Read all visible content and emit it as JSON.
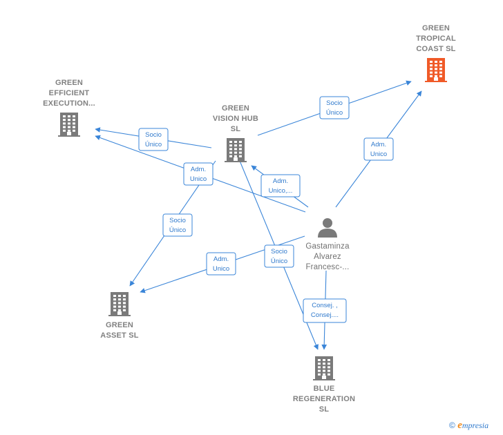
{
  "colors": {
    "edge": "#3a85d8",
    "building_default": "#7a7a7a",
    "building_highlight": "#f05a28",
    "person": "#7a7a7a"
  },
  "nodes": [
    {
      "id": "green_tropical",
      "type": "company",
      "highlight": true,
      "lines": [
        "GREEN",
        "TROPICAL",
        "COAST  SL"
      ]
    },
    {
      "id": "green_efficient",
      "type": "company",
      "highlight": false,
      "lines": [
        "GREEN",
        "EFFICIENT",
        "EXECUTION..."
      ]
    },
    {
      "id": "green_vision",
      "type": "company",
      "highlight": false,
      "lines": [
        "GREEN",
        "VISION HUB",
        "SL"
      ]
    },
    {
      "id": "person",
      "type": "person",
      "highlight": false,
      "lines": [
        "Gastaminza",
        "Alvarez",
        "Francesc-..."
      ]
    },
    {
      "id": "green_asset",
      "type": "company",
      "highlight": false,
      "lines": [
        "GREEN",
        "ASSET  SL"
      ]
    },
    {
      "id": "blue_regen",
      "type": "company",
      "highlight": false,
      "lines": [
        "BLUE",
        "REGENERATION",
        "SL"
      ]
    }
  ],
  "edges": [
    {
      "id": "e1",
      "lines": [
        "Socio",
        "Único"
      ]
    },
    {
      "id": "e2",
      "lines": [
        "Adm.",
        "Unico"
      ]
    },
    {
      "id": "e3",
      "lines": [
        "Socio",
        "Único"
      ]
    },
    {
      "id": "e4",
      "lines": [
        "Adm.",
        "Unico"
      ]
    },
    {
      "id": "e5",
      "lines": [
        "Adm.",
        "Unico,..."
      ]
    },
    {
      "id": "e6",
      "lines": [
        "Socio",
        "Único"
      ]
    },
    {
      "id": "e7",
      "lines": [
        "Adm.",
        "Unico"
      ]
    },
    {
      "id": "e8",
      "lines": [
        "Socio",
        "Único"
      ]
    },
    {
      "id": "e9",
      "lines": [
        "Consej. ,",
        "Consej...."
      ]
    }
  ],
  "footer": {
    "copyright": "©",
    "brand_initial": "e",
    "brand_rest": "mpresia"
  }
}
